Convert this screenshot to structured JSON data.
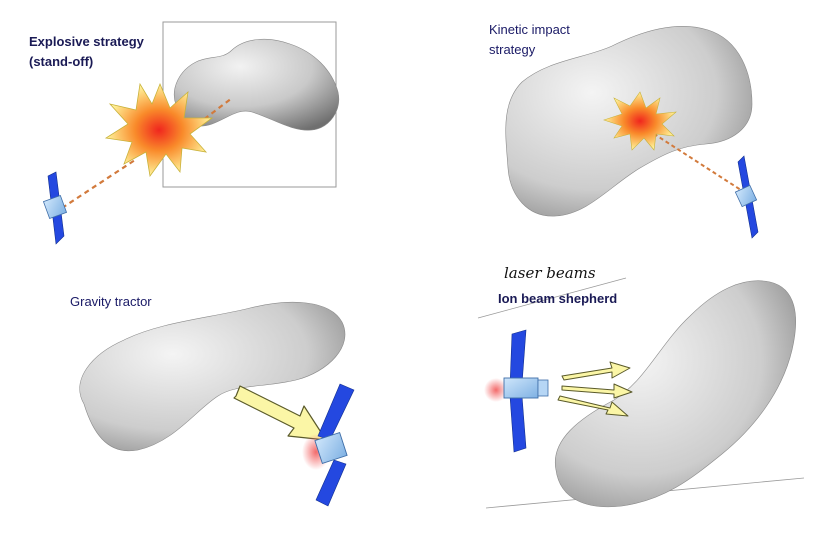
{
  "panels": {
    "explosive": {
      "title_line1": "Explosive strategy",
      "title_line2": "(stand-off)"
    },
    "kinetic": {
      "title_line1": "Kinetic impact",
      "title_line2": "strategy"
    },
    "gravity": {
      "title": "Gravity tractor"
    },
    "ion": {
      "handwritten_note": "laser beams",
      "title": "Ion beam shepherd"
    }
  },
  "colors": {
    "asteroid_light": "#e8e8e8",
    "asteroid_dark": "#6f6f6f",
    "solar_panel": "#2448e0",
    "spacecraft_body": "#9cc7ee",
    "explosion_outer": "#fff29a",
    "explosion_inner": "#f0261e",
    "trajectory": "#d27a3c",
    "arrow_fill": "#fbf6a6",
    "thruster_glow": "#f36b6b",
    "label_text": "#1a1a66"
  },
  "icons": [
    "asteroid",
    "spacecraft",
    "explosion",
    "trajectory-line",
    "force-arrow",
    "ion-beam-arrow"
  ]
}
